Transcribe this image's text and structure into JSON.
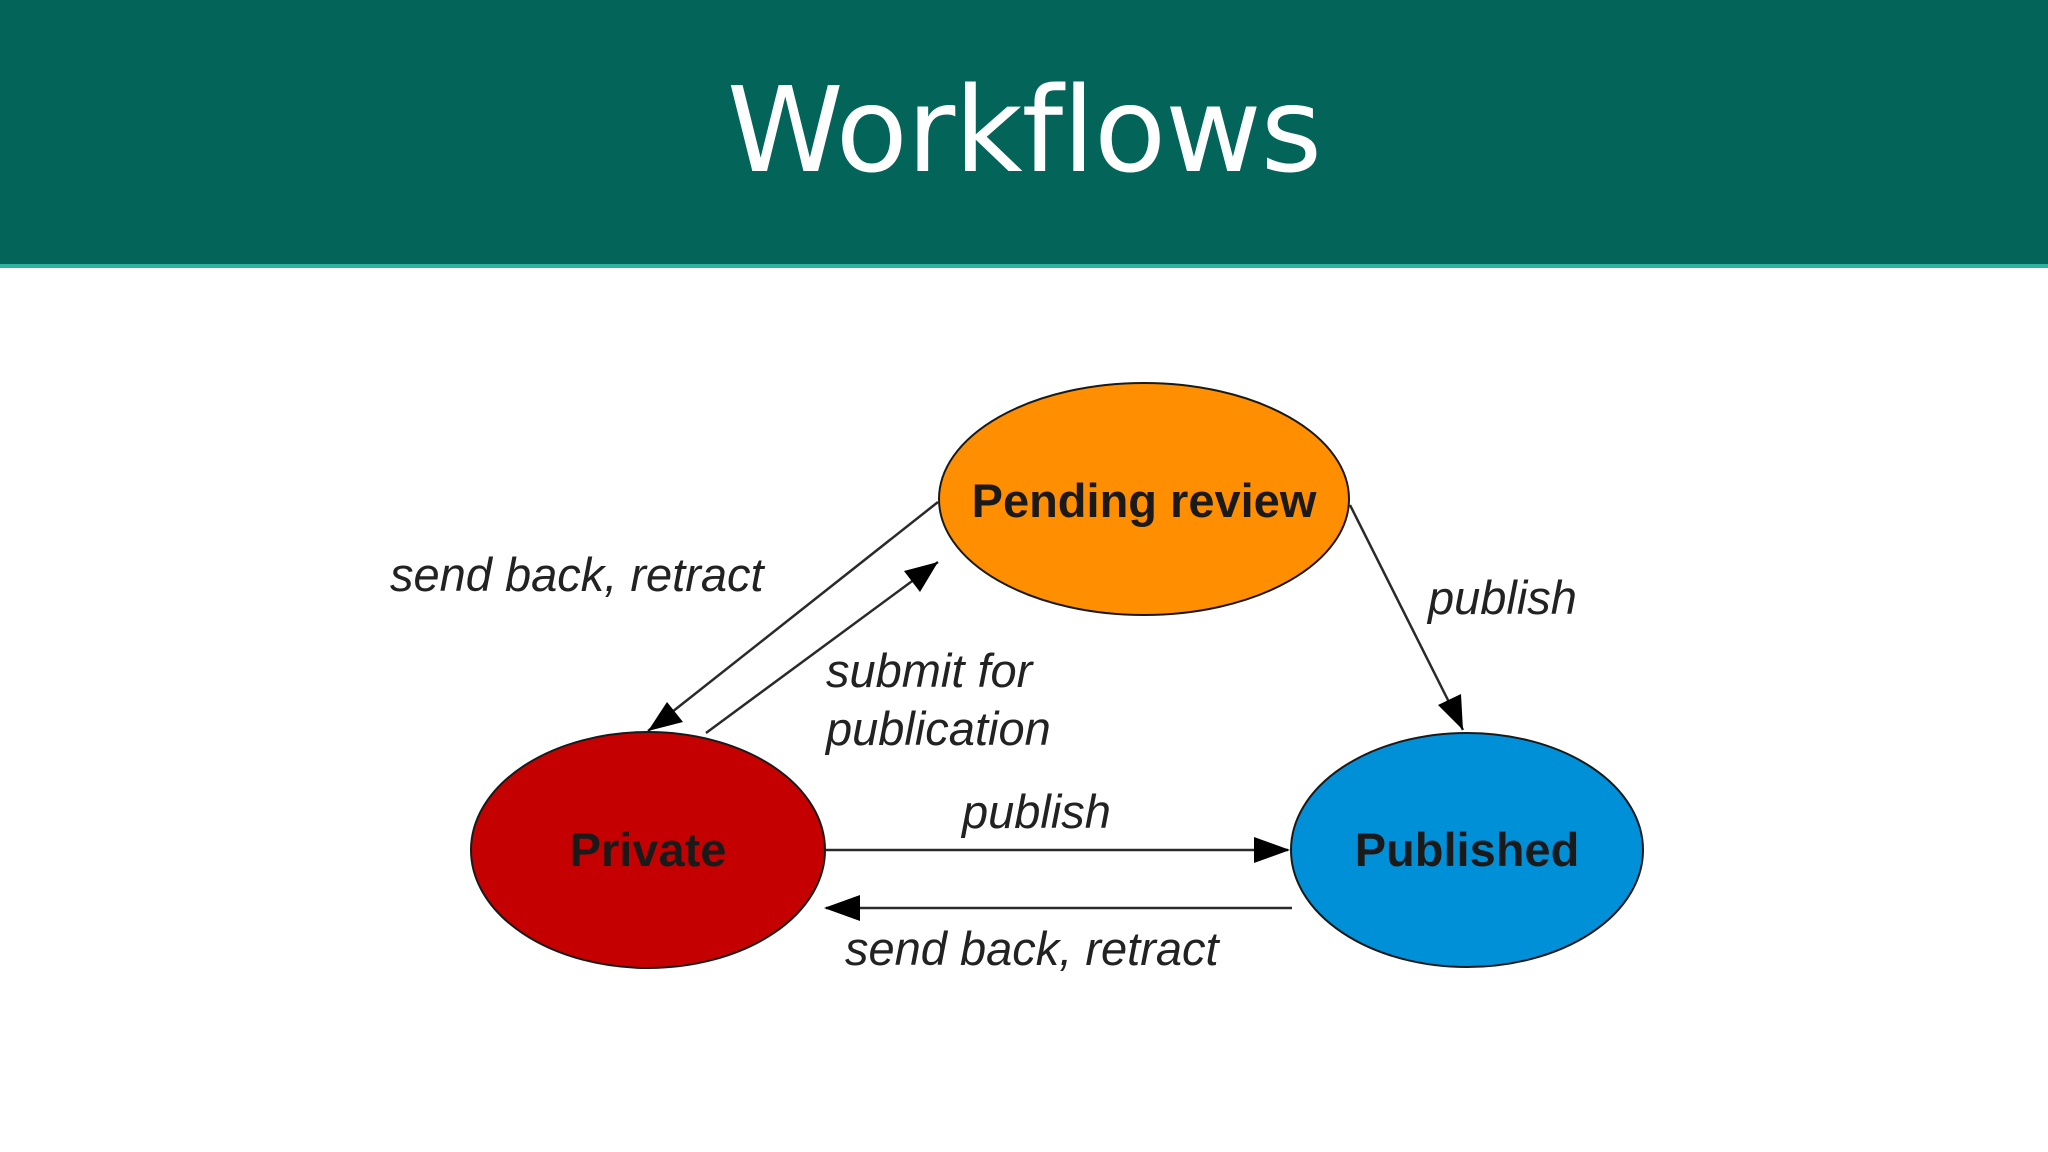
{
  "slide": {
    "title": "Workflows",
    "header_color": "#03645a"
  },
  "diagram": {
    "nodes": {
      "pending": {
        "label": "Pending review",
        "color": "#ff8f00"
      },
      "private": {
        "label": "Private",
        "color": "#c40000"
      },
      "published": {
        "label": "Published",
        "color": "#0090d8"
      }
    },
    "edges": {
      "pending_to_private": "send back, retract",
      "private_to_pending_line1": "submit for",
      "private_to_pending_line2": "publication",
      "pending_to_published": "publish",
      "private_to_published": "publish",
      "published_to_private": "send back, retract"
    }
  }
}
